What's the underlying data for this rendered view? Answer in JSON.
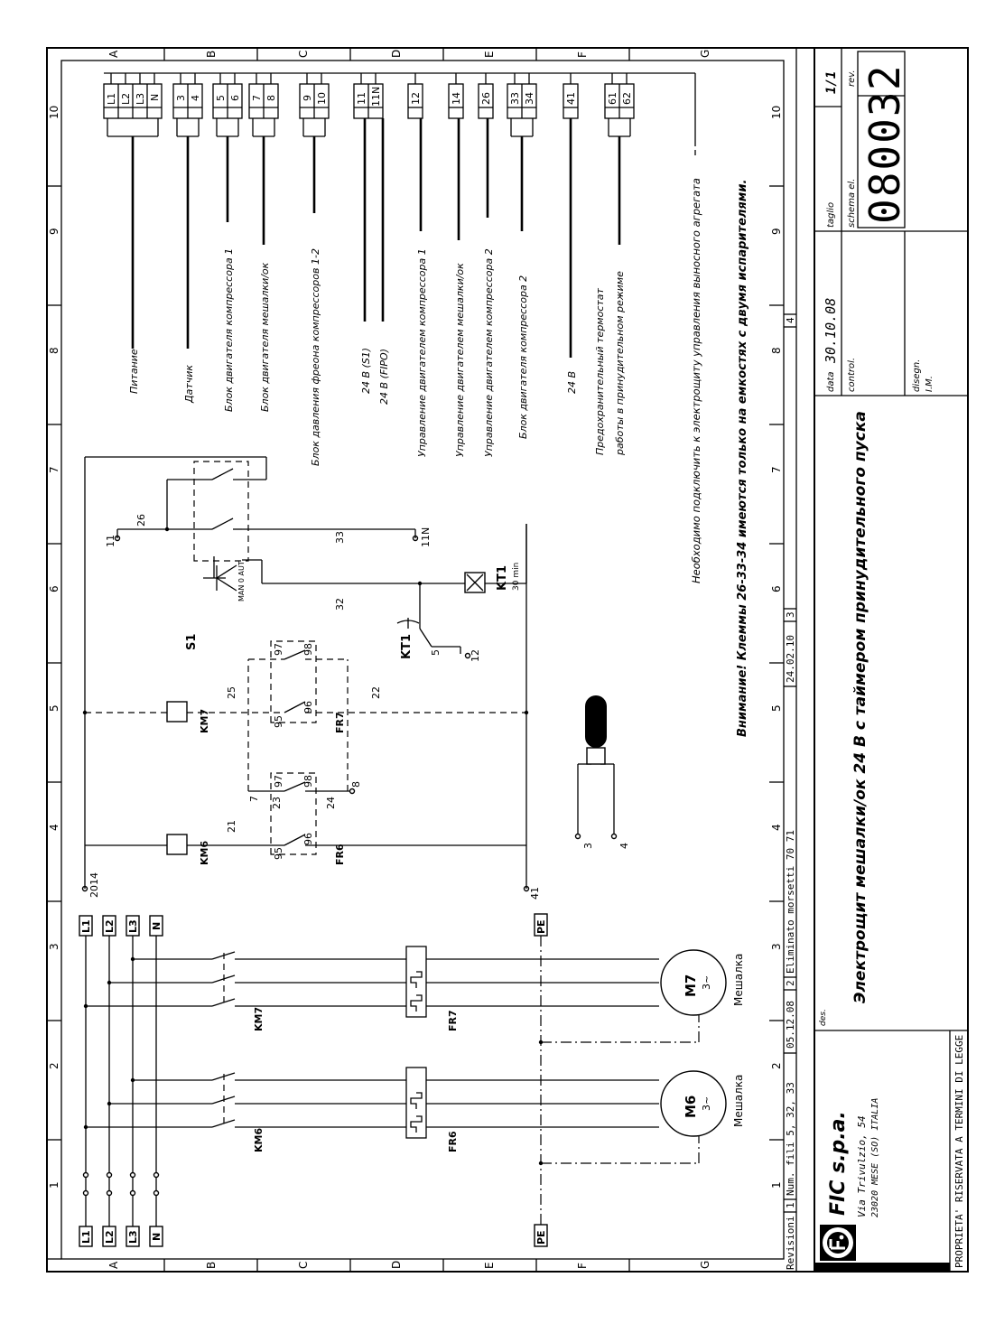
{
  "title_block": {
    "company": "FIC s.p.a.",
    "address_line1": "Via Trivulzio, 54",
    "address_line2": "23020 MESE (SO) ITALIA",
    "proprietary": "PROPRIETA' RISERVATA A TERMINI DI LEGGE",
    "des_label": "des.",
    "description": "Электрощит мешалки/ок 24 В с таймером принудительного пуска",
    "data_label": "data",
    "date": "30.10.08",
    "taglio_label": "taglio",
    "sheet": "1/1",
    "control_label": "control.",
    "schema_label": "schema el.",
    "schema_number": "08003",
    "rev_label": "rev.",
    "rev_number": "2",
    "disegn_label": "disegn.",
    "disegn_value": "I.M."
  },
  "revisions": {
    "header_label": "Revisioni",
    "rows": [
      {
        "num": "1",
        "text": "Num. fili 5, 32, 33",
        "date": "05.12.08"
      },
      {
        "num": "2",
        "text": "Eliminato morsetti 70 71",
        "date": "24.02.10"
      },
      {
        "num": "3",
        "text": "",
        "date": ""
      },
      {
        "num": "4",
        "text": "",
        "date": ""
      }
    ]
  },
  "grid": {
    "columns": [
      "1",
      "2",
      "3",
      "4",
      "5",
      "6",
      "7",
      "8",
      "9",
      "10"
    ],
    "rows": [
      "A",
      "B",
      "C",
      "D",
      "E",
      "F",
      "G"
    ]
  },
  "power_circuit": {
    "supply_terminals": [
      "L1",
      "L2",
      "L3",
      "N"
    ],
    "earth": "PE",
    "contactors": [
      "KM6",
      "KM7"
    ],
    "overloads": [
      "FR6",
      "FR7"
    ],
    "motors": [
      {
        "tag": "M6",
        "type": "3~",
        "label": "Мешалка"
      },
      {
        "tag": "M7",
        "type": "3~",
        "label": "Мешалка"
      }
    ]
  },
  "control_circuit": {
    "coil_km6": "KM6",
    "coil_km7": "KM7",
    "fr6": "FR6",
    "fr7": "FR7",
    "fr_contacts": [
      "95",
      "96",
      "97",
      "98"
    ],
    "selector": "S1",
    "selector_positions": "MAN 0 AUT",
    "timer": "KT1",
    "timer_time": "30 min",
    "wires": {
      "w20": "20",
      "w14": "14",
      "w41": "41",
      "w21": "21",
      "w23": "23",
      "w24": "24",
      "w25": "25",
      "w22": "22",
      "w7": "7",
      "w8": "8",
      "w26": "26",
      "w11": "11",
      "w33": "33",
      "w11n": "11N",
      "w32": "32",
      "w12": "12",
      "w5": "5",
      "w3": "3",
      "w4": "4"
    }
  },
  "terminal_strip": {
    "groups": [
      {
        "terminals": [
          "L1",
          "L2",
          "L3",
          "N"
        ],
        "label": "Питание"
      },
      {
        "terminals": [
          "3",
          "4"
        ],
        "label": "Датчик"
      },
      {
        "terminals": [
          "5",
          "6"
        ],
        "label": "Блок двигателя компрессора 1"
      },
      {
        "terminals": [
          "7",
          "8"
        ],
        "label": "Блок двигателя мешалки/ок"
      },
      {
        "terminals": [
          "9",
          "10"
        ],
        "label": "Блок давления фреона компрессоров 1-2"
      },
      {
        "terminals": [
          "11",
          "11N"
        ],
        "labels": [
          "24 В (S1)",
          "24 В (FIPO)"
        ]
      },
      {
        "terminals": [
          "12"
        ],
        "label": "Управление двигателем компрессора 1"
      },
      {
        "terminals": [
          "14"
        ],
        "label": "Управление двигателем мешалки/ок"
      },
      {
        "terminals": [
          "26"
        ],
        "label": "Управление двигателем компрессора 2"
      },
      {
        "terminals": [
          "33",
          "34"
        ],
        "label": "Блок двигателя компрессора 2"
      },
      {
        "terminals": [
          "41"
        ],
        "label": "24 В"
      },
      {
        "terminals": [
          "61",
          "62"
        ],
        "labels": [
          "Предохранительный термостат",
          "работы в принудительном режиме"
        ]
      }
    ],
    "remote_note": "Необходимо подключить к электрощиту управления выносного агрегата"
  },
  "warning": "Внимание! Клеммы 26-33-34 имеются только на емкостях с двумя испарителями."
}
